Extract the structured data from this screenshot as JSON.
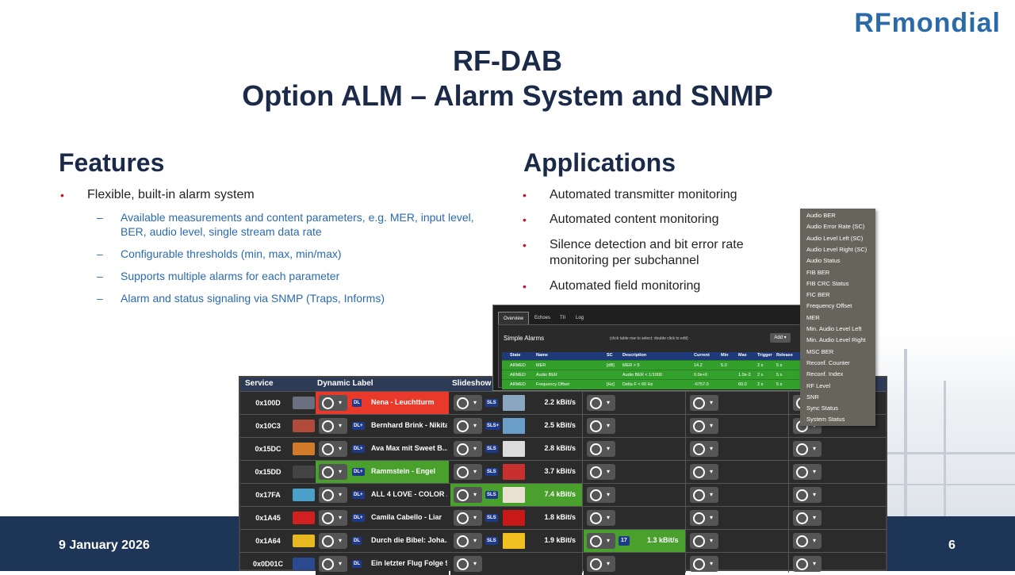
{
  "brand": {
    "logo_rf": "RF",
    "logo_mondial": "mondial"
  },
  "title": {
    "line1": "RF-DAB",
    "line2": "Option ALM – Alarm System and SNMP"
  },
  "features": {
    "heading": "Features",
    "bullet": "Flexible,  built-in  alarm  system",
    "sub": [
      "Available  measurements and content parameters, e.g. MER,  input level,",
      "BER, audio level,  single stream data rate",
      "Configurable thresholds (min, max, min/max)",
      "Supports multiple alarms for each parameter",
      "Alarm and status signaling via SNMP (Traps, Informs)"
    ]
  },
  "applications": {
    "heading": "Applications",
    "items": [
      "Automated  transmitter  monitoring",
      "Automated  content  monitoring",
      "Silence  detection  and  bit error rate",
      "monitoring  per  subchannel",
      "Automated  field  monitoring"
    ]
  },
  "footer": {
    "date": "9 January 2026",
    "page": "6"
  },
  "service_table": {
    "headers": {
      "service": "Service",
      "dynamic_label": "Dynamic Label",
      "slideshow": "Slideshow"
    },
    "rows": [
      {
        "id": "0x100D",
        "dl_tag": "DL",
        "dl_text": "Nena - Leuchtturm",
        "dl_bg": "#e8392a",
        "sls_tag": "SLS",
        "rate": "2.2 kBit/s",
        "sls_bg": "#2b2b2b",
        "logo": "#6a7080",
        "thumb": "#8aa6c0"
      },
      {
        "id": "0x10C3",
        "dl_tag": "DL+",
        "dl_text": "Bernhard Brink - Nikita",
        "dl_bg": "#2b2b2b",
        "sls_tag": "SLS+",
        "rate": "2.5 kBit/s",
        "sls_bg": "#2b2b2b",
        "logo": "#b04a3a",
        "thumb": "#6a9ec8"
      },
      {
        "id": "0x15DC",
        "dl_tag": "DL+",
        "dl_text": "Ava Max mit Sweet B...",
        "dl_bg": "#2b2b2b",
        "sls_tag": "SLS",
        "rate": "2.8 kBit/s",
        "sls_bg": "#2b2b2b",
        "logo": "#d07a2a",
        "thumb": "#dcdcdc"
      },
      {
        "id": "0x15DD",
        "dl_tag": "DL+",
        "dl_text": "Rammstein - Engel",
        "dl_bg": "#4aa02c",
        "sls_tag": "SLS",
        "rate": "3.7 kBit/s",
        "sls_bg": "#2b2b2b",
        "logo": "#444444",
        "thumb": "#c83030"
      },
      {
        "id": "0x17FA",
        "dl_tag": "DL+",
        "dl_text": "ALL 4 LOVE - COLOR ...",
        "dl_bg": "#2b2b2b",
        "sls_tag": "SLS",
        "rate": "7.4 kBit/s",
        "sls_bg": "#4aa02c",
        "logo": "#4aa0c8",
        "thumb": "#e8e0d0"
      },
      {
        "id": "0x1A45",
        "dl_tag": "DL+",
        "dl_text": "Camila Cabello - Liar",
        "dl_bg": "#2b2b2b",
        "sls_tag": "SLS",
        "rate": "1.8 kBit/s",
        "sls_bg": "#2b2b2b",
        "logo": "#d02020",
        "thumb": "#c81818"
      },
      {
        "id": "0x1A64",
        "dl_tag": "DL",
        "dl_text": "Durch die Bibel: Joha...",
        "dl_bg": "#2b2b2b",
        "sls_tag": "SLS",
        "rate": "1.9 kBit/s",
        "sls_bg": "#2b2b2b",
        "logo": "#e8b820",
        "thumb": "#f0c020"
      },
      {
        "id": "0x0D01C",
        "dl_tag": "DL",
        "dl_text": "Ein letzter Flug Folge 9",
        "dl_bg": "#2b2b2b",
        "sls_tag": "",
        "rate": "",
        "sls_bg": "#2b2b2b",
        "logo": "#2a4a90",
        "thumb": ""
      }
    ],
    "extra_num": "17",
    "extra_rate": "1.3 kBit/s"
  },
  "alarm_panel": {
    "tabs": [
      "Overview",
      "Echoes",
      "TII",
      "Log"
    ],
    "title": "Simple Alarms",
    "note": "(click table row to select; double click to edit)",
    "add": "Add ▾",
    "columns": [
      "State",
      "Name",
      "SC",
      "Description",
      "Current",
      "Min",
      "Max",
      "Trigger",
      "Release"
    ],
    "rows": [
      [
        "ARMED",
        "MER",
        "[dB]",
        "MER > 5",
        "14.2",
        "5.0",
        "",
        "2 s",
        "5 s"
      ],
      [
        "ARMED",
        "Audio BER",
        "",
        "Audio BER < 1/1000",
        "0.0e+0",
        "",
        "1.0e-3",
        "2 s",
        "5 s"
      ],
      [
        "ARMED",
        "Frequency Offset",
        "[Hz]",
        "Delta F < 60 Hz",
        "-6757.0",
        "",
        "60.0",
        "2 s",
        "5 s"
      ]
    ]
  },
  "dropdown_menu": [
    "Audio BER",
    "Audio Error Rate (SC)",
    "Audio Level Left (SC)",
    "Audio Level Right (SC)",
    "Audio Status",
    "FIB BER",
    "FIB CRC Status",
    "FIC BER",
    "Frequency Offset",
    "MER",
    "Min. Audio Level Left",
    "Min. Audio Level Right",
    "MSC BER",
    "Reconf. Counter",
    "Reconf. Index",
    "RF Level",
    "SNR",
    "Sync Status",
    "System Status"
  ]
}
